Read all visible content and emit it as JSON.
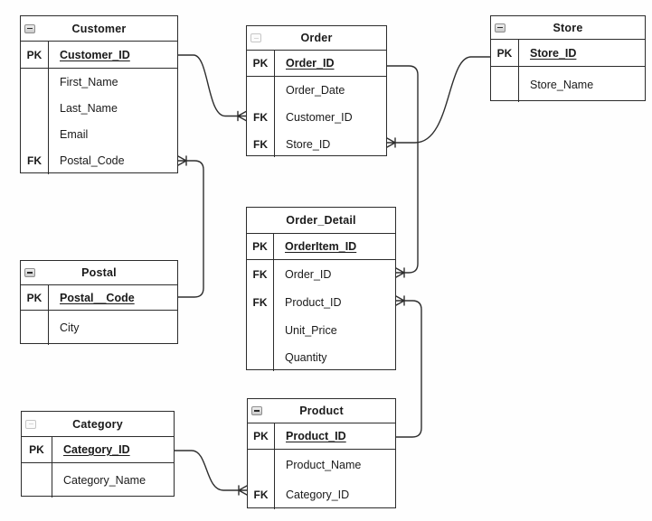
{
  "diagram": {
    "type": "entity-relationship-diagram",
    "notation": "crow-foot",
    "colors": {
      "line": "#2e2e2e",
      "table_border": "#2c2c2c",
      "background": "#fefefe",
      "text": "#1a1a1a",
      "icon_bg": "#d9d9d9"
    }
  },
  "tables": {
    "customer": {
      "title": "Customer",
      "icon": "collapse-minus-icon",
      "rows": [
        {
          "key": "PK",
          "label": "Customer_ID"
        },
        {
          "key": "",
          "label": "First_Name"
        },
        {
          "key": "",
          "label": "Last_Name"
        },
        {
          "key": "",
          "label": "Email"
        },
        {
          "key": "FK",
          "label": "Postal_Code"
        }
      ]
    },
    "order": {
      "title": "Order",
      "icon": "collapse-ghost-icon",
      "rows": [
        {
          "key": "PK",
          "label": "Order_ID"
        },
        {
          "key": "",
          "label": "Order_Date"
        },
        {
          "key": "FK",
          "label": "Customer_ID"
        },
        {
          "key": "FK",
          "label": "Store_ID"
        }
      ]
    },
    "store": {
      "title": "Store",
      "icon": "collapse-minus-icon",
      "rows": [
        {
          "key": "PK",
          "label": "Store_ID"
        },
        {
          "key": "",
          "label": "Store_Name"
        }
      ]
    },
    "order_detail": {
      "title": "Order_Detail",
      "icon": "none",
      "rows": [
        {
          "key": "PK",
          "label": "OrderItem_ID"
        },
        {
          "key": "FK",
          "label": "Order_ID"
        },
        {
          "key": "FK",
          "label": "Product_ID"
        },
        {
          "key": "",
          "label": "Unit_Price"
        },
        {
          "key": "",
          "label": "Quantity"
        }
      ]
    },
    "postal": {
      "title": "Postal",
      "icon": "collapse-minus-icon",
      "rows": [
        {
          "key": "PK",
          "label": "Postal__Code"
        },
        {
          "key": "",
          "label": "City"
        }
      ]
    },
    "category": {
      "title": "Category",
      "icon": "collapse-ghost-icon",
      "rows": [
        {
          "key": "PK",
          "label": "Category_ID"
        },
        {
          "key": "",
          "label": "Category_Name"
        }
      ]
    },
    "product": {
      "title": "Product",
      "icon": "collapse-minus-icon",
      "rows": [
        {
          "key": "PK",
          "label": "Product_ID"
        },
        {
          "key": "",
          "label": "Product_Name"
        },
        {
          "key": "FK",
          "label": "Category_ID"
        }
      ]
    }
  },
  "connections": [
    {
      "from": "Customer.Customer_ID",
      "to": "Order.Customer_ID",
      "type": "one-to-many",
      "many_side": "Order"
    },
    {
      "from": "Store.Store_ID",
      "to": "Order.Store_ID",
      "type": "one-to-many",
      "many_side": "Order"
    },
    {
      "from": "Order.Order_ID",
      "to": "Order_Detail.Order_ID",
      "type": "one-to-many",
      "many_side": "Order_Detail"
    },
    {
      "from": "Product.Product_ID",
      "to": "Order_Detail.Product_ID",
      "type": "one-to-many",
      "many_side": "Order_Detail"
    },
    {
      "from": "Postal.Postal__Code",
      "to": "Customer.Postal_Code",
      "type": "one-to-many",
      "many_side": "Customer"
    },
    {
      "from": "Category.Category_ID",
      "to": "Product.Category_ID",
      "type": "one-to-many",
      "many_side": "Product"
    }
  ]
}
